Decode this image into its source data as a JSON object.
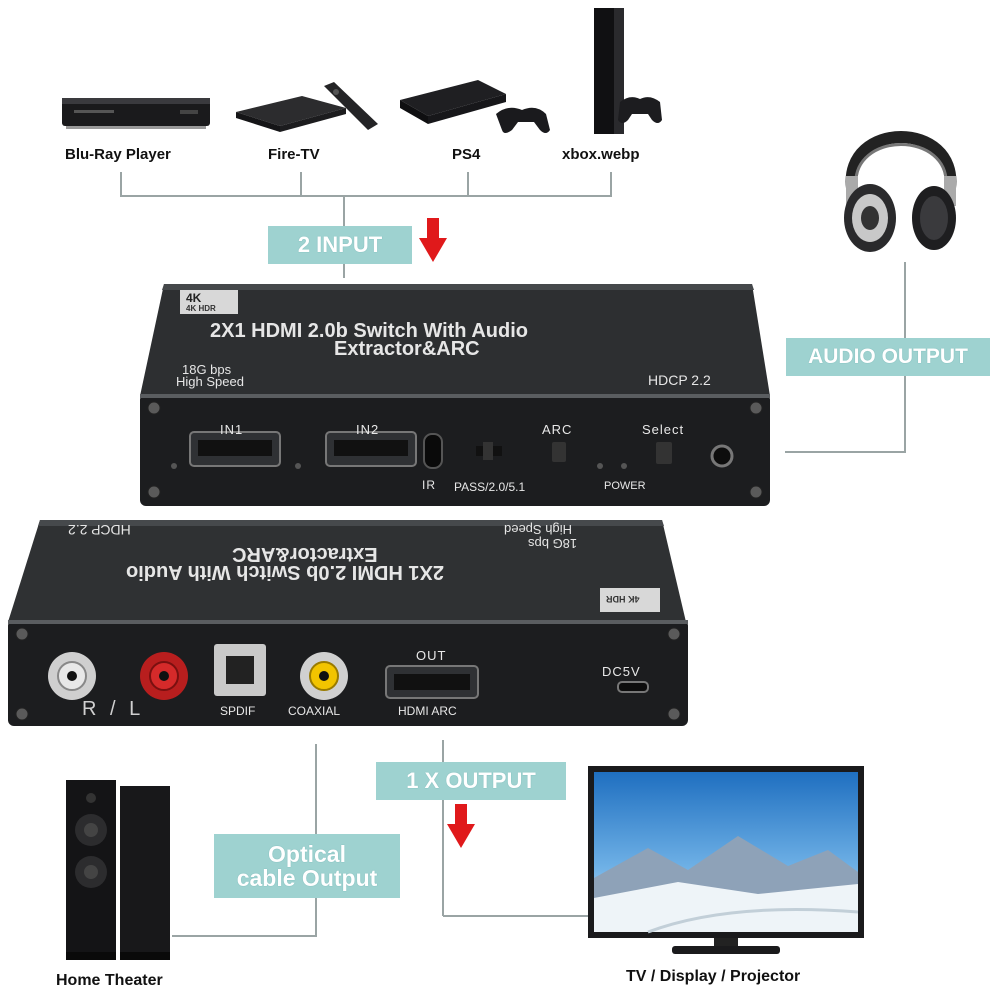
{
  "sources": [
    {
      "name": "bluray",
      "label": "Blu-Ray Player"
    },
    {
      "name": "firetv",
      "label": "Fire-TV"
    },
    {
      "name": "ps4",
      "label": "PS4"
    },
    {
      "name": "xbox",
      "label": "xbox.webp"
    }
  ],
  "callouts": {
    "input": "2 INPUT",
    "audio_output": "AUDIO OUTPUT",
    "output": "1 X OUTPUT",
    "optical_line1": "Optical",
    "optical_line2": "cable Output"
  },
  "front_panel": {
    "badge_4k": "4K",
    "badge_hdr": "4K HDR",
    "title_line1": "2X1 HDMI 2.0b Switch With Audio",
    "title_line2": "Extractor&ARC",
    "speed_line1": "18G bps",
    "speed_line2": "High Speed",
    "hdcp": "HDCP 2.2",
    "in1": "IN1",
    "in2": "IN2",
    "arc": "ARC",
    "select": "Select",
    "ir": "IR",
    "pass": "PASS/2.0/5.1",
    "power": "POWER"
  },
  "rear_panel": {
    "title_line1": "2X1 HDMI 2.0b Switch With Audio",
    "title_line2": "Extractor&ARC",
    "speed_line1": "18G bps",
    "speed_line2": "High Speed",
    "hdcp": "HDCP 2.2",
    "badge_hdr": "4K HDR",
    "rl": "R / L",
    "spdif": "SPDIF",
    "coaxial": "COAXIAL",
    "out": "OUT",
    "hdmi_arc": "HDMI ARC",
    "dc5v": "DC5V"
  },
  "destinations": {
    "home_theater": "Home Theater",
    "tv": "TV / Display / Projector"
  },
  "colors": {
    "callout": "#9ed2d0",
    "wire": "#9aa4a4",
    "arrow": "#e0191b",
    "device_body": "#2a2c2e",
    "device_panel": "#1b1c1e"
  }
}
